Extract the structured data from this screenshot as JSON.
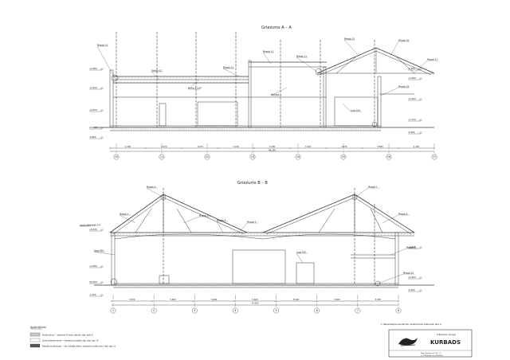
{
  "sections": [
    {
      "id": "a",
      "title": "Griezums A – A",
      "axes": [
        "10",
        "11",
        "12",
        "13",
        "14",
        "15",
        "16",
        "17"
      ],
      "dims": [
        "4.200",
        "2.970",
        "3.075",
        "3.100",
        "2.200",
        "5.505",
        "2.975",
        "3.800",
        "4.200"
      ],
      "total": "48.320",
      "levels": [
        "+6.680",
        "+5.560",
        "+4.420",
        "+3.060",
        "+2.870",
        "+1.310",
        "±0.000",
        "-0.300",
        "-0.800",
        "-1.300"
      ],
      "callouts": [
        "Mezgls 14",
        "Mezgls 12",
        "Mezgls 13",
        "Mezgls 11",
        "Mezgls 15",
        "Mezgls 16",
        "Mezgls 17",
        "Mezgls 18",
        "Skārds 0,7",
        "Profils 3,1/50",
        "Karkass",
        "Logs 100"
      ]
    },
    {
      "id": "b",
      "title": "Griezums B – B",
      "axes": [
        "1",
        "2",
        "3",
        "4",
        "5",
        "6",
        "7",
        "8"
      ],
      "dims": [
        "3.000",
        "5.600",
        "5.600",
        "5.600",
        "5.600",
        "5.600",
        "3.000"
      ],
      "total": "33.000",
      "levels": [
        "+6.590",
        "+4.640",
        "+3.080",
        "+2.940",
        "±0.000",
        "-0.300",
        "-1.300"
      ],
      "callouts": [
        "Mezgls 6",
        "Mezgls 2",
        "Mezgls 3",
        "Mezgls 4",
        "Mezgls 5",
        "Mezgls 7",
        "Mezgls 8",
        "Mezgls 9",
        "Mezgls 10",
        "Sijas 400",
        "jumta slīpa sijas 2/4",
        "Logs 100"
      ]
    }
  ],
  "legend": {
    "title": "Apzīmējumi",
    "items": [
      "Esošās sienas — saskaņoti ar esošo stāvokli, skat. lapā 13",
      "Jaunbūvējamās sienas — saskaņā ar projekta daļu, skat. lapu 14",
      "Nesošās konstrukcijas — pēc ražotāja datiem, saskaņā ar rasējumiem, skat. lapu 11"
    ]
  },
  "note": "1. Nepieciešams precizēt pēc uzmērījumiem dabā (skat. lapu 1).",
  "logo": {
    "top": "Inženieru grupa",
    "name": "KURBADS",
    "line1": "Rīga, Brīvības iela 114 – 17",
    "line2": "tel. 67000000, fax 67000001"
  },
  "colors": {
    "line": "#3a3a3a",
    "hatch": "#8a8a8a",
    "legend_fill": "#c8c8c8"
  }
}
